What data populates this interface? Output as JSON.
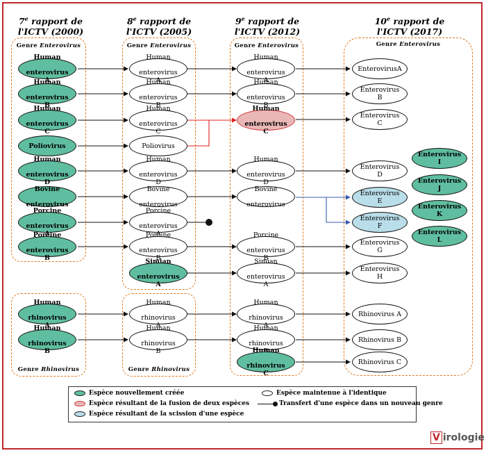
{
  "columns": [
    {
      "title_num": "7",
      "title_sup": "e",
      "title_line1": "rapport de",
      "title_line2": "l'ICTV (2000)"
    },
    {
      "title_num": "8",
      "title_sup": "e",
      "title_line1": "rapport de",
      "title_line2": "l'ICTV (2005)"
    },
    {
      "title_num": "9",
      "title_sup": "e",
      "title_line1": "rapport de",
      "title_line2": "l'ICTV (2012)"
    },
    {
      "title_num": "10",
      "title_sup": "e",
      "title_line1": "rapport de",
      "title_line2": "l'ICTV (2017)"
    }
  ],
  "genus_labels": {
    "genre_prefix": "Genre",
    "enterovirus": "Enterovirus",
    "rhinovirus": "Rhinovirus"
  },
  "nodes": {
    "c1_hea": {
      "line1": "Human",
      "line2": "enterovirus A",
      "kind": "new"
    },
    "c1_heb": {
      "line1": "Human",
      "line2": "enterovirus B",
      "kind": "new"
    },
    "c1_hec": {
      "line1": "Human",
      "line2": "enterovirus C",
      "kind": "new"
    },
    "c1_polio": {
      "line1": "Poliovirus",
      "line2": "",
      "kind": "new"
    },
    "c1_hed": {
      "line1": "Human",
      "line2": "enterovirus D",
      "kind": "new"
    },
    "c1_bov": {
      "line1": "Bovine",
      "line2": "enterovirus",
      "kind": "new"
    },
    "c1_pea": {
      "line1": "Porcine",
      "line2": "enterovirus A",
      "kind": "new"
    },
    "c1_peb": {
      "line1": "Porcine",
      "line2": "enterovirus B",
      "kind": "new"
    },
    "c1_hra": {
      "line1": "Human",
      "line2": "rhinovirus A",
      "kind": "new"
    },
    "c1_hrb": {
      "line1": "Human",
      "line2": "rhinovirus B",
      "kind": "new"
    },
    "c2_hea": {
      "line1": "Human",
      "line2": "enterovirus A",
      "kind": "same"
    },
    "c2_heb": {
      "line1": "Human",
      "line2": "enterovirus B",
      "kind": "same"
    },
    "c2_hec": {
      "line1": "Human",
      "line2": "enterovirus C",
      "kind": "same"
    },
    "c2_polio": {
      "line1": "Poliovirus",
      "line2": "",
      "kind": "same"
    },
    "c2_hed": {
      "line1": "Human",
      "line2": "enterovirus D",
      "kind": "same"
    },
    "c2_bov": {
      "line1": "Bovine",
      "line2": "enterovirus",
      "kind": "same"
    },
    "c2_pea": {
      "line1": "Porcine",
      "line2": "enterovirus A",
      "kind": "same"
    },
    "c2_peb": {
      "line1": "Porcine",
      "line2": "enterovirus B",
      "kind": "same"
    },
    "c2_sea": {
      "line1": "Simian",
      "line2": "enterovirus A",
      "kind": "new"
    },
    "c2_hra": {
      "line1": "Human",
      "line2": "rhinovirus A",
      "kind": "same"
    },
    "c2_hrb": {
      "line1": "Human",
      "line2": "rhinovirus B",
      "kind": "same"
    },
    "c3_hea": {
      "line1": "Human",
      "line2": "enterovirus A",
      "kind": "same"
    },
    "c3_heb": {
      "line1": "Human",
      "line2": "enterovirus B",
      "kind": "same"
    },
    "c3_hec": {
      "line1": "Human",
      "line2": "enterovirus C",
      "kind": "fusion"
    },
    "c3_hed": {
      "line1": "Human",
      "line2": "enterovirus D",
      "kind": "same"
    },
    "c3_bov": {
      "line1": "Bovine",
      "line2": "enterovirus",
      "kind": "same"
    },
    "c3_peb": {
      "line1": "Porcine",
      "line2": "enterovirus B",
      "kind": "same"
    },
    "c3_sea": {
      "line1": "Simian",
      "line2": "enterovirus A",
      "kind": "same"
    },
    "c3_hra": {
      "line1": "Human",
      "line2": "rhinovirus A",
      "kind": "same"
    },
    "c3_hrb": {
      "line1": "Human",
      "line2": "rhinovirus B",
      "kind": "same"
    },
    "c3_hrc": {
      "line1": "Human",
      "line2": "rhinovirus C",
      "kind": "new"
    },
    "c4_ea": {
      "line1": "EnterovirusA",
      "line2": "",
      "kind": "same"
    },
    "c4_eb": {
      "line1": "Enterovirus B",
      "line2": "",
      "kind": "same"
    },
    "c4_ec": {
      "line1": "Enterovirus C",
      "line2": "",
      "kind": "same"
    },
    "c4_ed": {
      "line1": "Enterovirus D",
      "line2": "",
      "kind": "same"
    },
    "c4_ee": {
      "line1": "Enterovirus E",
      "line2": "",
      "kind": "split"
    },
    "c4_ef": {
      "line1": "Enterovirus F",
      "line2": "",
      "kind": "split"
    },
    "c4_eg": {
      "line1": "Enterovirus G",
      "line2": "",
      "kind": "same"
    },
    "c4_eh": {
      "line1": "Enterovirus H",
      "line2": "",
      "kind": "same"
    },
    "c4_ei": {
      "line1": "Enterovirus I",
      "line2": "",
      "kind": "new"
    },
    "c4_ej": {
      "line1": "Enterovirus J",
      "line2": "",
      "kind": "new"
    },
    "c4_ek": {
      "line1": "Enterovirus K",
      "line2": "",
      "kind": "new"
    },
    "c4_el": {
      "line1": "Enterovirus L",
      "line2": "",
      "kind": "new"
    },
    "c4_ra": {
      "line1": "Rhinovirus A",
      "line2": "",
      "kind": "same"
    },
    "c4_rb": {
      "line1": "Rhinovirus B",
      "line2": "",
      "kind": "same"
    },
    "c4_rc": {
      "line1": "Rhinovirus C",
      "line2": "",
      "kind": "same"
    }
  },
  "legend": {
    "new_species": "Espèce nouvellement créée",
    "fusion_species": "Espèce résultant de la fusion de deux espèces",
    "split_species": "Espèce résultant de la scission d'une espèce",
    "same_species": "Espèce maintenue à l'identique",
    "transfer": "Transfert d'une espèce dans un nouveau genre"
  },
  "logo": {
    "v": "V",
    "rest": "irologie"
  },
  "colors": {
    "new": "#5fbea0",
    "fusion": "#eab7b7",
    "split": "#b9dde9",
    "genus_border": "#e07a20",
    "fusion_arrow": "#e02020",
    "split_arrow": "#3b5bb0"
  }
}
